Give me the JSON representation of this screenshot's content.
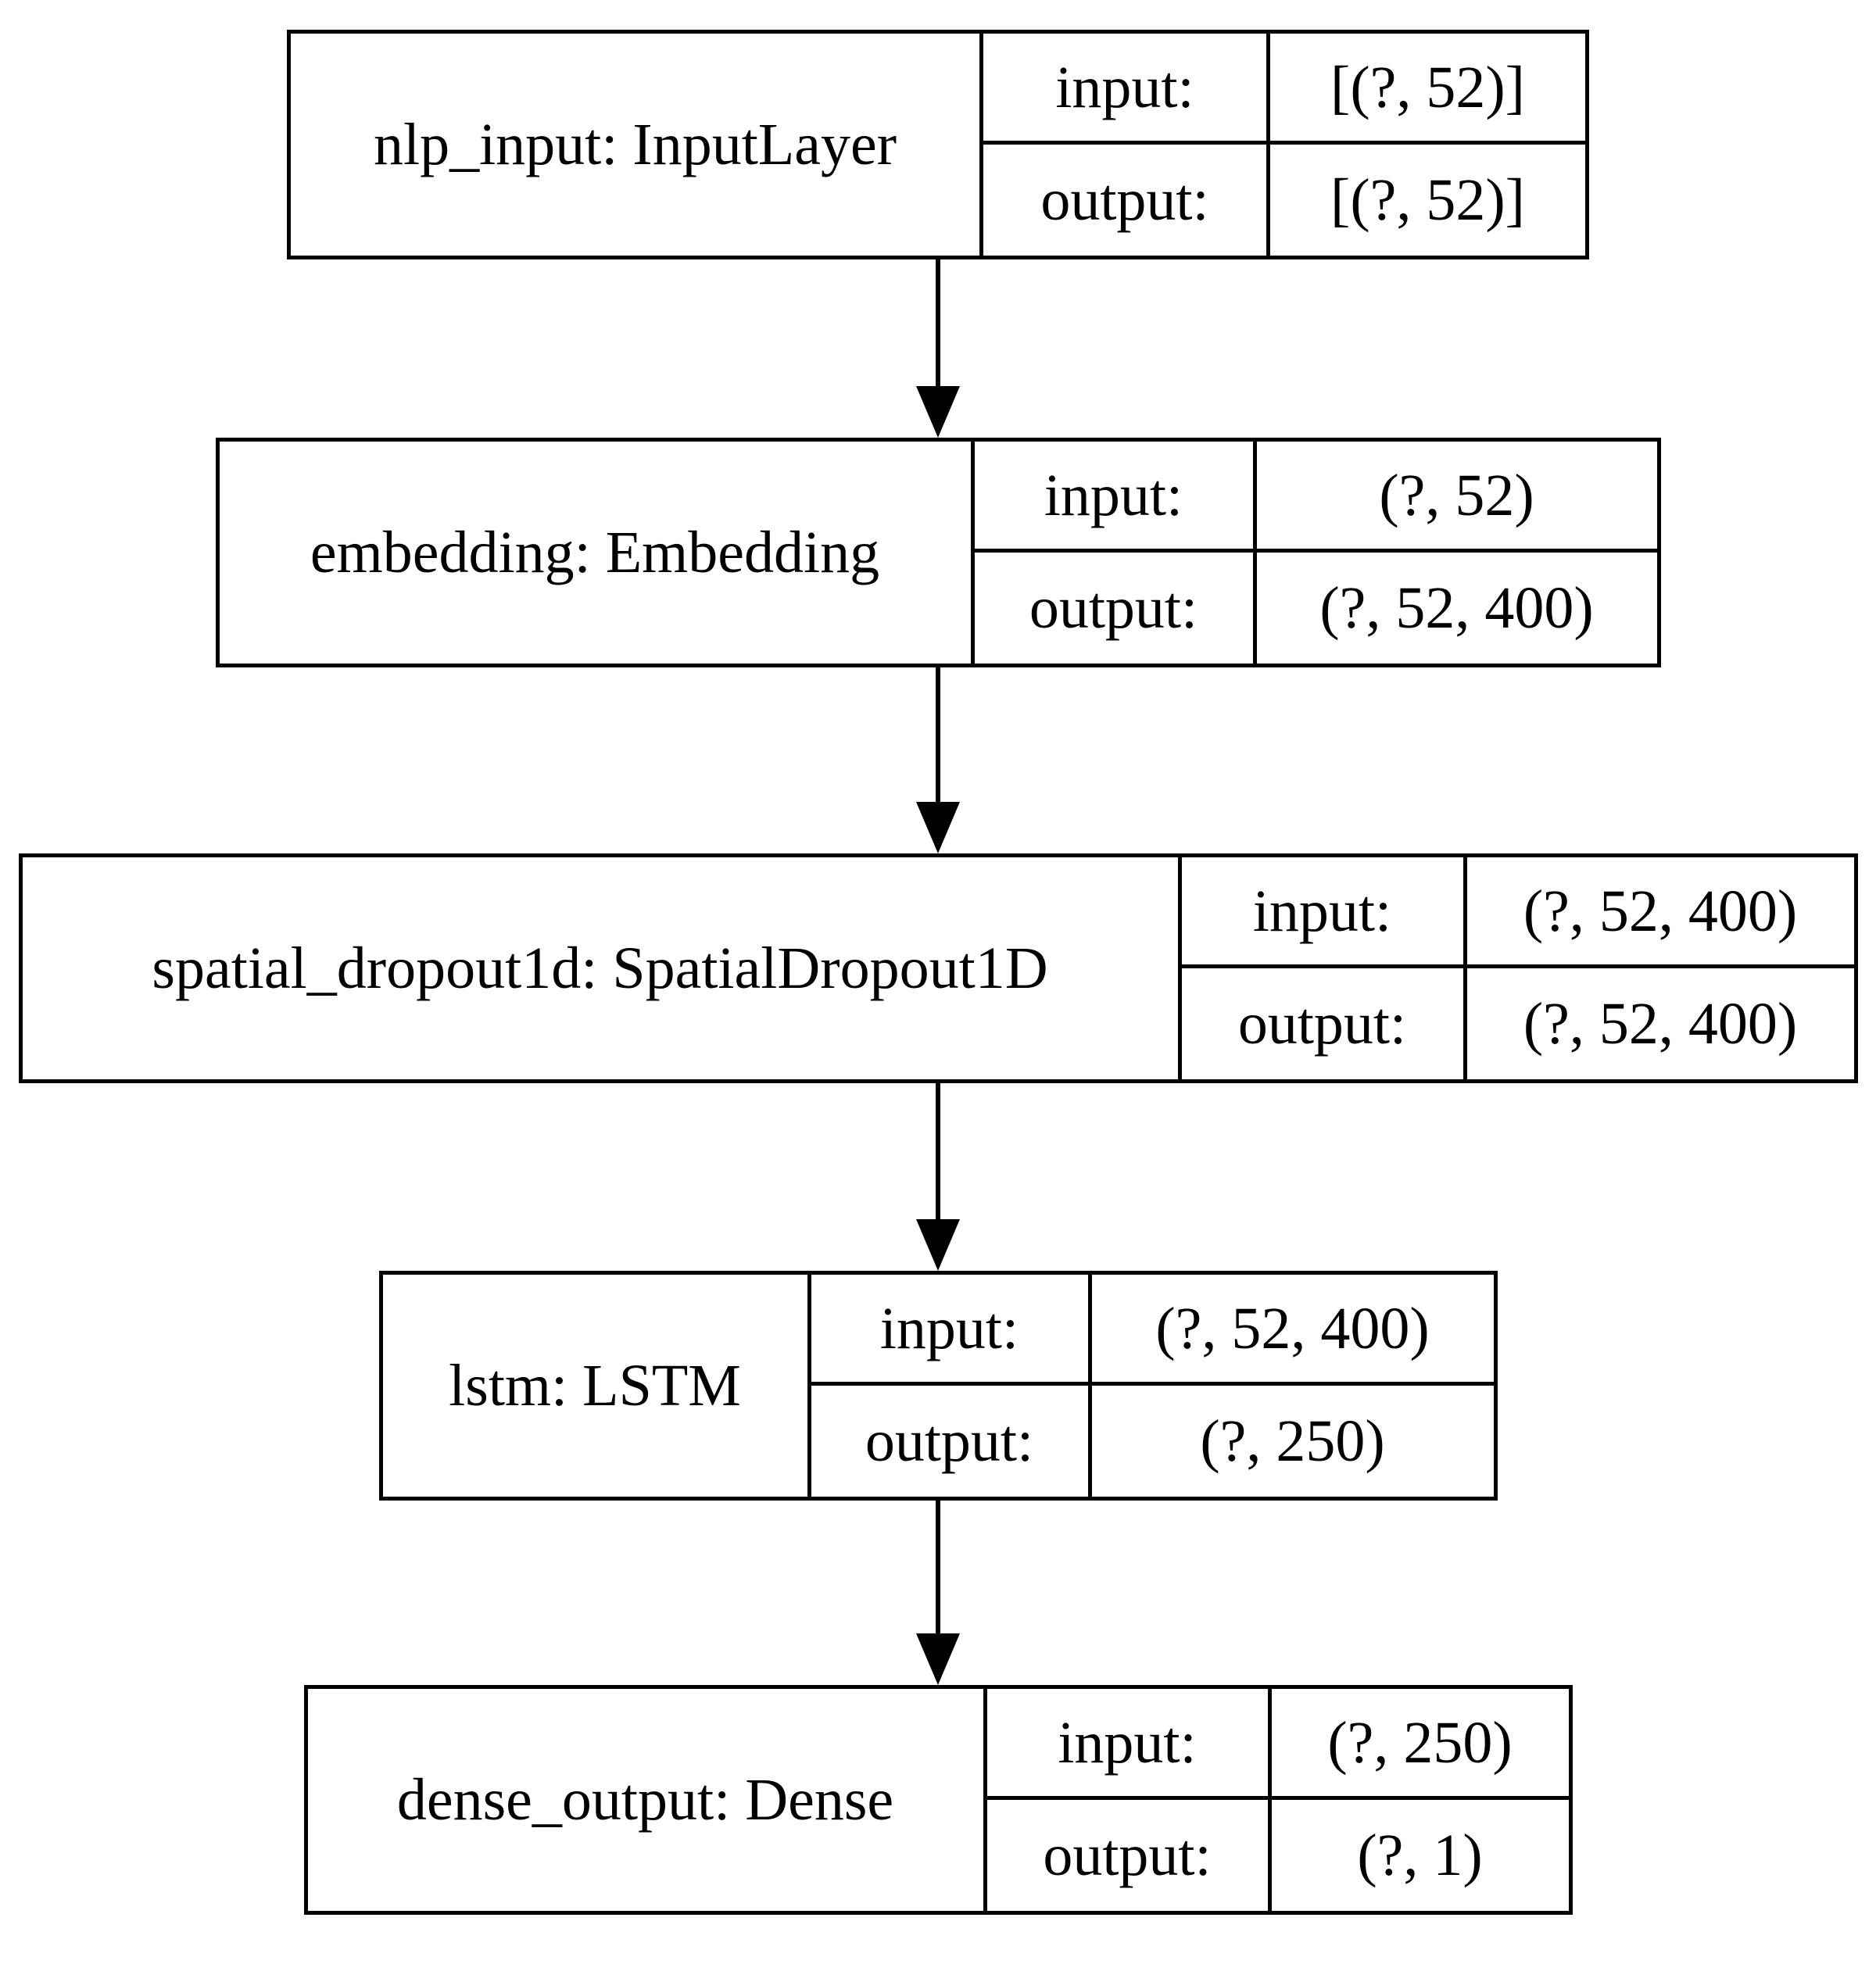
{
  "diagram": {
    "kind": "neural-network-layer-graph",
    "background_color": "#ffffff",
    "border_color": "#000000",
    "text_color": "#000000",
    "layers": [
      {
        "name": "nlp_input: InputLayer",
        "input_label": "input:",
        "output_label": "output:",
        "input_shape": "[(?, 52)]",
        "output_shape": "[(?, 52)]"
      },
      {
        "name": "embedding: Embedding",
        "input_label": "input:",
        "output_label": "output:",
        "input_shape": "(?, 52)",
        "output_shape": "(?, 52, 400)"
      },
      {
        "name": "spatial_dropout1d: SpatialDropout1D",
        "input_label": "input:",
        "output_label": "output:",
        "input_shape": "(?, 52, 400)",
        "output_shape": "(?, 52, 400)"
      },
      {
        "name": "lstm: LSTM",
        "input_label": "input:",
        "output_label": "output:",
        "input_shape": "(?, 52, 400)",
        "output_shape": "(?, 250)"
      },
      {
        "name": "dense_output: Dense",
        "input_label": "input:",
        "output_label": "output:",
        "input_shape": "(?, 250)",
        "output_shape": "(?, 1)"
      }
    ],
    "connections": [
      {
        "from": "nlp_input: InputLayer",
        "to": "embedding: Embedding"
      },
      {
        "from": "embedding: Embedding",
        "to": "spatial_dropout1d: SpatialDropout1D"
      },
      {
        "from": "spatial_dropout1d: SpatialDropout1D",
        "to": "lstm: LSTM"
      },
      {
        "from": "lstm: LSTM",
        "to": "dense_output: Dense"
      }
    ]
  }
}
